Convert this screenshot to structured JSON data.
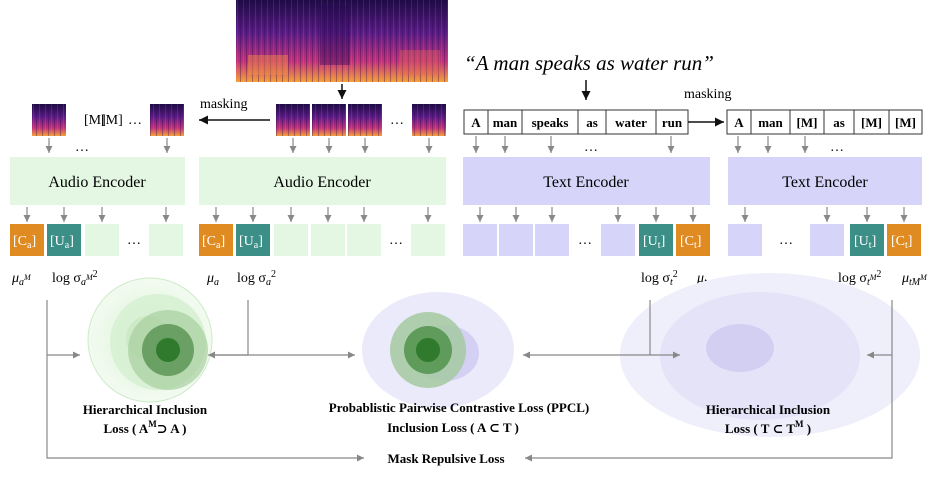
{
  "caption": "“A man speaks as water run”",
  "labels": {
    "masking_left": "masking",
    "masking_right": "masking",
    "mask_tokens": [
      "[M]",
      "[M]"
    ],
    "ellipsis": "…",
    "dots": "…"
  },
  "text_tokens": [
    "A",
    "man",
    "speaks",
    "as",
    "water",
    "run"
  ],
  "masked_text_tokens": [
    "A",
    "man",
    "[M]",
    "as",
    "[M]",
    "[M]"
  ],
  "encoders": {
    "audio_masked": "Audio Encoder",
    "audio": "Audio Encoder",
    "text": "Text Encoder",
    "text_masked": "Text Encoder"
  },
  "tokens": {
    "c_audio": "[C",
    "c_audio_sub": "a",
    "u_audio": "[U",
    "u_audio_sub": "a",
    "u_text": "[U",
    "u_text_sub": "t",
    "c_text": "[C",
    "c_text_sub": "t",
    "close": "]"
  },
  "math": {
    "mu": "μ",
    "log_sigma": "log σ",
    "sq": "2",
    "sub_a": "a",
    "sub_t": "t",
    "sup_M": "M",
    "sub_tM": "tM"
  },
  "losses": {
    "hier_left_1": "Hierarchical Inclusion",
    "hier_left_2": "Loss ( A",
    "hier_left_2b": "⊃ A )",
    "ppcl_1": "Probablistic Pairwise Contrastive Loss (PPCL)",
    "ppcl_2": "Inclusion Loss ( A ⊂ T )",
    "hier_right_1": "Hierarchical Inclusion",
    "hier_right_2": "Loss ( T ⊂ T",
    "hier_right_2b": " )",
    "mask_repulsive": "Mask Repulsive Loss"
  },
  "colors": {
    "audio_green": "#e3f7e3",
    "text_purple": "#d6d4f8",
    "c_orange": "#e08a22",
    "u_teal": "#3b8f86",
    "arrow_gray": "#888888"
  }
}
